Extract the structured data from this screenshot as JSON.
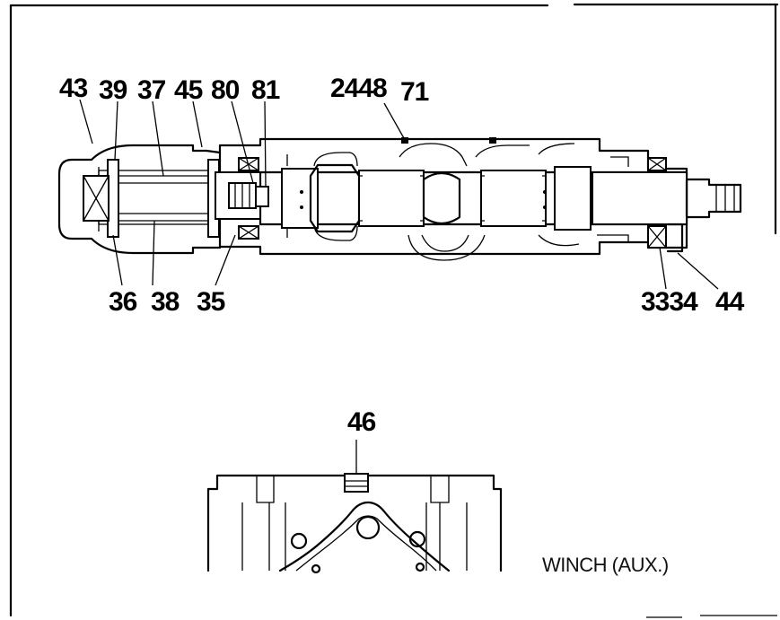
{
  "diagram": {
    "top_labels": {
      "l43": "43",
      "l39": "39",
      "l37": "37",
      "l45": "45",
      "l80": "80",
      "l81": "81",
      "l2448": "2448",
      "l71": "71"
    },
    "bottom_labels": {
      "l36": "36",
      "l38": "38",
      "l35": "35",
      "l3334": "3334",
      "l44": "44"
    },
    "lower_view": {
      "l46": "46",
      "caption": "WINCH (AUX.)"
    }
  }
}
